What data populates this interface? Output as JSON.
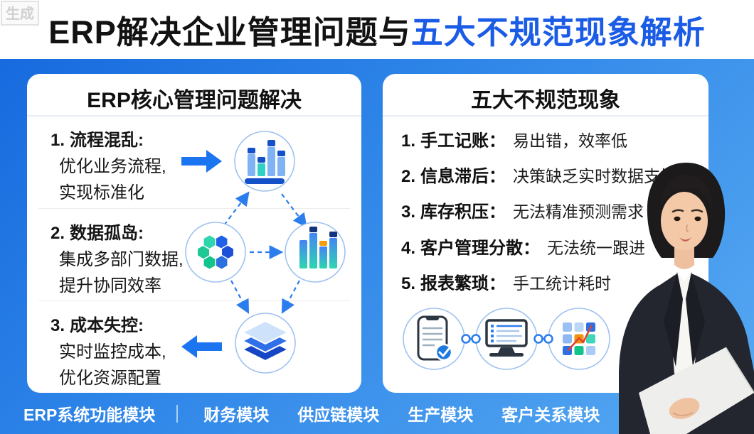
{
  "watermark": "生成",
  "header": {
    "title_black": "ERP解决企业管理问题与",
    "title_blue": "五大不规范现象解析"
  },
  "left_card": {
    "title": "ERP核心管理问题解决",
    "items": [
      {
        "num": "1.",
        "label": "流程混乱:",
        "line1": "优化业务流程,",
        "line2": "实现标准化"
      },
      {
        "num": "2.",
        "label": "数据孤岛:",
        "line1": "集成多部门数据,",
        "line2": "提升协同效率"
      },
      {
        "num": "3.",
        "label": "成本失控:",
        "line1": "实时监控成本,",
        "line2": "优化资源配置"
      }
    ],
    "diagram_icons": [
      "bar-chart",
      "hexagon-cluster",
      "gradient-bar-chart",
      "layer-stack"
    ]
  },
  "right_card": {
    "title": "五大不规范现象",
    "items": [
      {
        "num": "1.",
        "label": "手工记账：",
        "desc": "易出错，效率低"
      },
      {
        "num": "2.",
        "label": "信息滞后：",
        "desc": "决策缺乏实时数据支持"
      },
      {
        "num": "3.",
        "label": "库存积压：",
        "desc": "无法精准预测需求"
      },
      {
        "num": "4.",
        "label": "客户管理分散：",
        "desc": "无法统一跟进"
      },
      {
        "num": "5.",
        "label": "报表繁琐：",
        "desc": "手工统计耗时"
      }
    ],
    "icons": [
      "checklist-check",
      "monitor-list",
      "grid-trend"
    ]
  },
  "footer": {
    "label": "ERP系统功能模块",
    "modules": [
      "财务模块",
      "供应链模块",
      "生产模块",
      "客户关系模块"
    ]
  },
  "colors": {
    "accent_blue": "#1b5ce6",
    "bg_top": "#1467dd",
    "bg_bottom": "#58aaf2",
    "arrow_blue": "#1b74f0",
    "dark_bar_cap": "#1450c8",
    "teal": "#2dd4ae",
    "orange": "#f59e0b",
    "red_trend": "#e0432f"
  }
}
